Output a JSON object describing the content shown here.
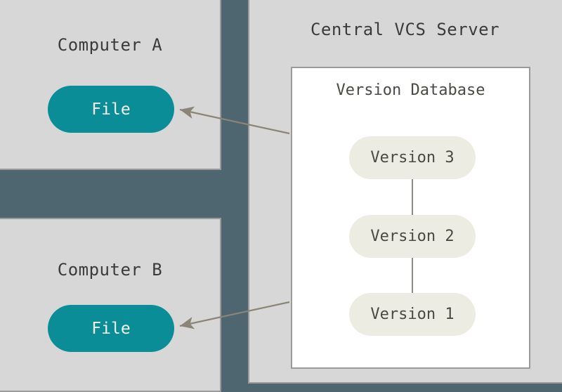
{
  "diagram": {
    "kind": "centralized-version-control",
    "background_color": "#4d6670",
    "panel_color": "#d7d7d7",
    "panel_border_color": "#9a9a9a",
    "file_pill_color": "#0b8d97",
    "version_pill_color": "#ecece3",
    "arrow_color": "#8a8577",
    "text_color": "#3b3b3b"
  },
  "computer_a": {
    "title": "Computer A",
    "file_label": "File"
  },
  "computer_b": {
    "title": "Computer B",
    "file_label": "File"
  },
  "server": {
    "title": "Central VCS Server",
    "database": {
      "title": "Version Database",
      "versions": [
        {
          "label": "Version 3"
        },
        {
          "label": "Version 2"
        },
        {
          "label": "Version 1"
        }
      ]
    }
  },
  "connections": [
    {
      "from": "Version Database",
      "to": "Computer A File",
      "direction": "to-client"
    },
    {
      "from": "Version Database",
      "to": "Computer B File",
      "direction": "to-client"
    }
  ]
}
